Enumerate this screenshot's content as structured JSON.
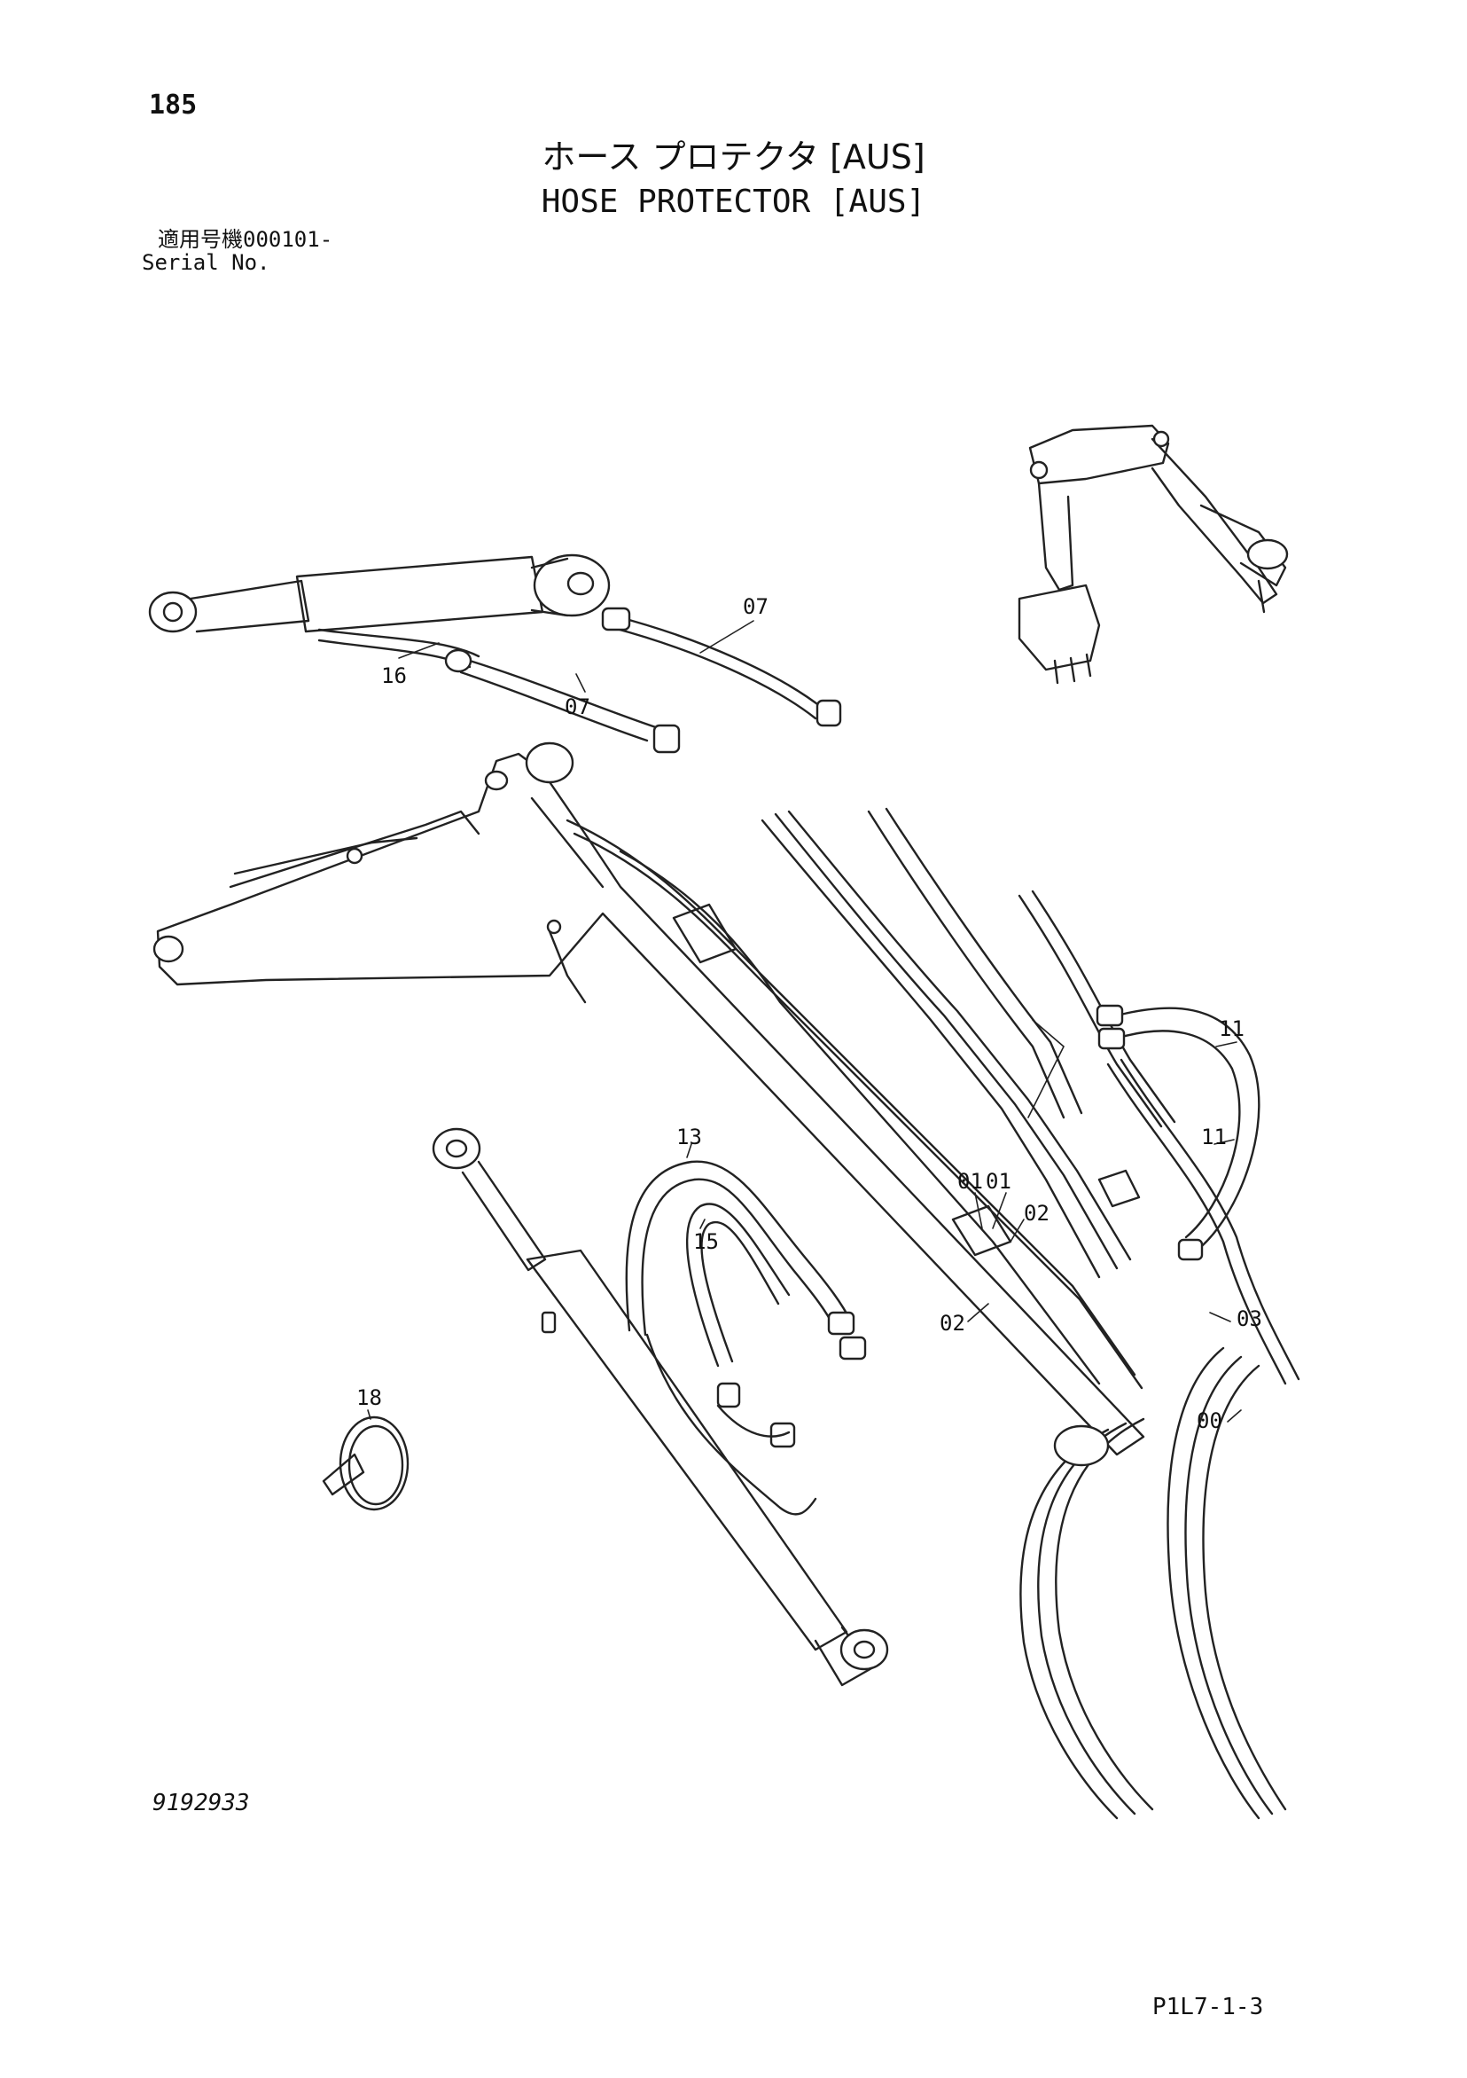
{
  "header": {
    "page_number": "185",
    "title_jp": "ホース プロテクタ [AUS]",
    "title_en": "HOSE PROTECTOR [AUS]",
    "serial_label_jp": "適用号機",
    "serial_value": "000101-",
    "serial_label_en": "Serial No."
  },
  "callouts": [
    {
      "id": "c07a",
      "label": "07"
    },
    {
      "id": "c16",
      "label": "16"
    },
    {
      "id": "c07b",
      "label": "07"
    },
    {
      "id": "c11a",
      "label": "11"
    },
    {
      "id": "c11b",
      "label": "11"
    },
    {
      "id": "c13",
      "label": "13"
    },
    {
      "id": "c15",
      "label": "15"
    },
    {
      "id": "c01a",
      "label": "01"
    },
    {
      "id": "c01b",
      "label": "01"
    },
    {
      "id": "c02a",
      "label": "02"
    },
    {
      "id": "c02b",
      "label": "02"
    },
    {
      "id": "c03",
      "label": "03"
    },
    {
      "id": "c00",
      "label": "00"
    },
    {
      "id": "c18",
      "label": "18"
    }
  ],
  "footer": {
    "drawing_number": "9192933",
    "page_code": "P1L7-1-3"
  }
}
